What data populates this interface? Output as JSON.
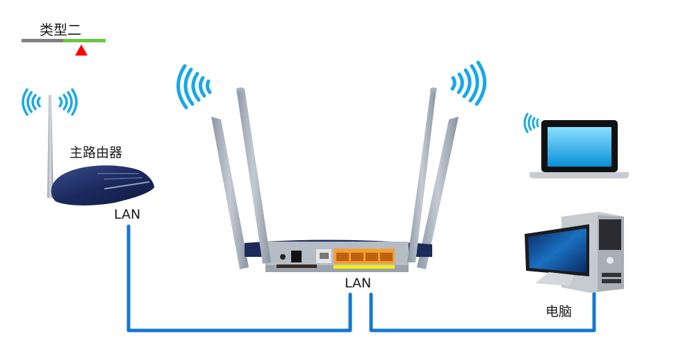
{
  "header": {
    "type_label": "类型二",
    "indicator": {
      "left_color": "#808080",
      "right_color": "#6cc644",
      "pointer_color": "#ff0000"
    }
  },
  "main_router": {
    "label": "主路由器",
    "port_label": "LAN"
  },
  "secondary_router": {
    "port_label": "LAN",
    "port_colors": {
      "wan": "#e8e8e8",
      "lan": "#f0a030",
      "lan_strip": "#f5f000"
    },
    "antenna_count": 4
  },
  "devices": {
    "laptop": {
      "connection": "wireless"
    },
    "desktop": {
      "label": "电脑",
      "connection": "wired"
    }
  },
  "colors": {
    "cable": "#1478d2",
    "wifi": "#18a8e8",
    "router_body": "#1e2a5a"
  }
}
